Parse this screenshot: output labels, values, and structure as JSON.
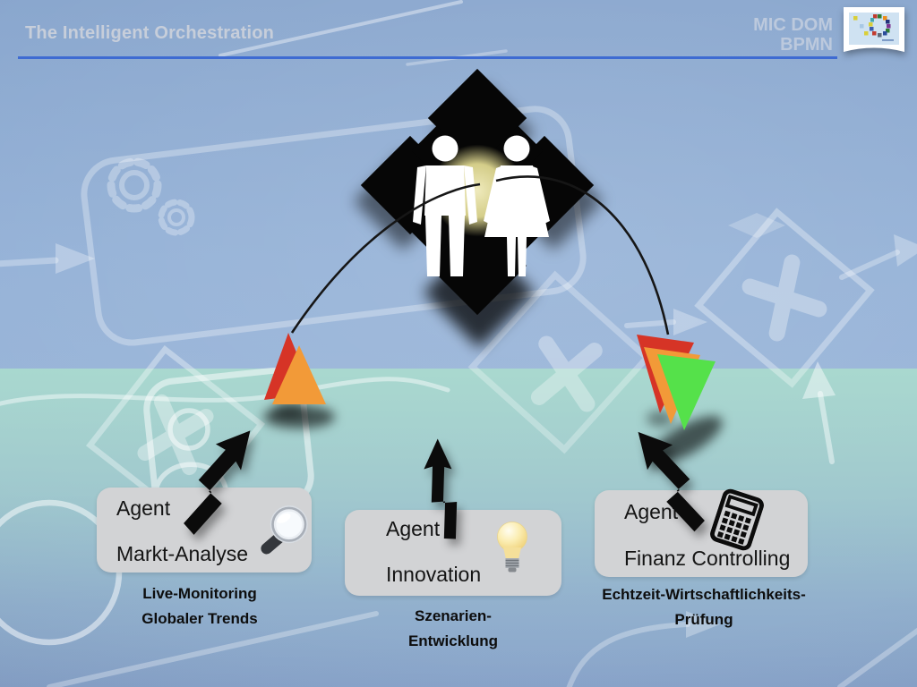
{
  "slide": {
    "title": "The Intelligent Orchestration",
    "watermark": {
      "line1": "MIC DOM",
      "line2": "BPMN"
    },
    "agents": [
      {
        "name": "Agent",
        "role": "Markt-Analyse",
        "icon": "magnifier-icon",
        "caption": [
          "Live-Monitoring",
          "Globaler Trends"
        ]
      },
      {
        "name": "Agent",
        "role": "Innovation",
        "icon": "lightbulb-icon",
        "caption": [
          "Szenarien-",
          "Entwicklung"
        ]
      },
      {
        "name": "Agent",
        "role": "Finanz Controlling",
        "icon": "calculator-icon",
        "caption": [
          "Echtzeit-Wirtschaftlichkeits-",
          "Prüfung"
        ]
      }
    ],
    "colors": {
      "underline": "#3E6BD2",
      "title_text": "#C7CEDA",
      "watermark_text": "#BCC9DD",
      "box_bg": "#D2D3D5",
      "box_text": "#141414",
      "caption_text": "#0D0D0D",
      "triangle_red": "#D63426",
      "triangle_orange": "#F29A38",
      "triangle_green": "#55E14A",
      "glow_yellow": "#F8F2B4",
      "arrow_black": "#0B0B0B",
      "bg_blue": "#95B2D7",
      "teal_band": "#A6D6CB"
    }
  }
}
